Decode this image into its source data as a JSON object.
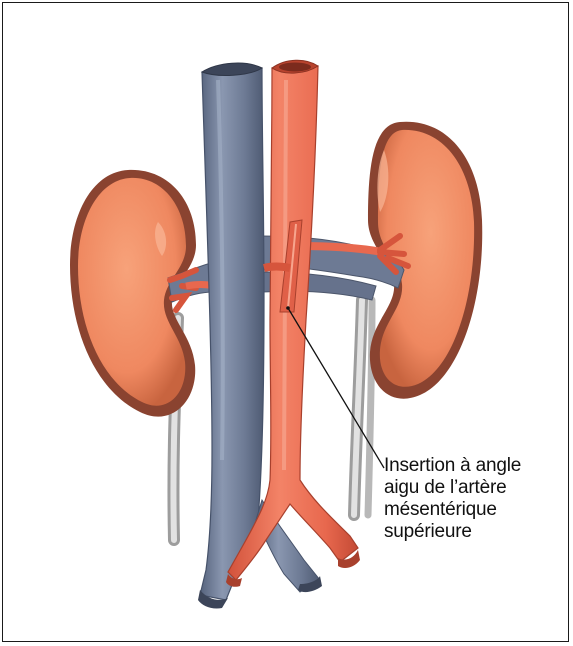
{
  "callout": {
    "lines": [
      "Insertion à angle",
      "aigu de l’artère",
      "mésentérique",
      "supérieure"
    ]
  },
  "colors": {
    "kidney": "#f08a5d",
    "kidney_edge": "#9a4a33",
    "vein": "#6e7b95",
    "artery": "#e8684e",
    "ureter": "#c9c9c9"
  }
}
